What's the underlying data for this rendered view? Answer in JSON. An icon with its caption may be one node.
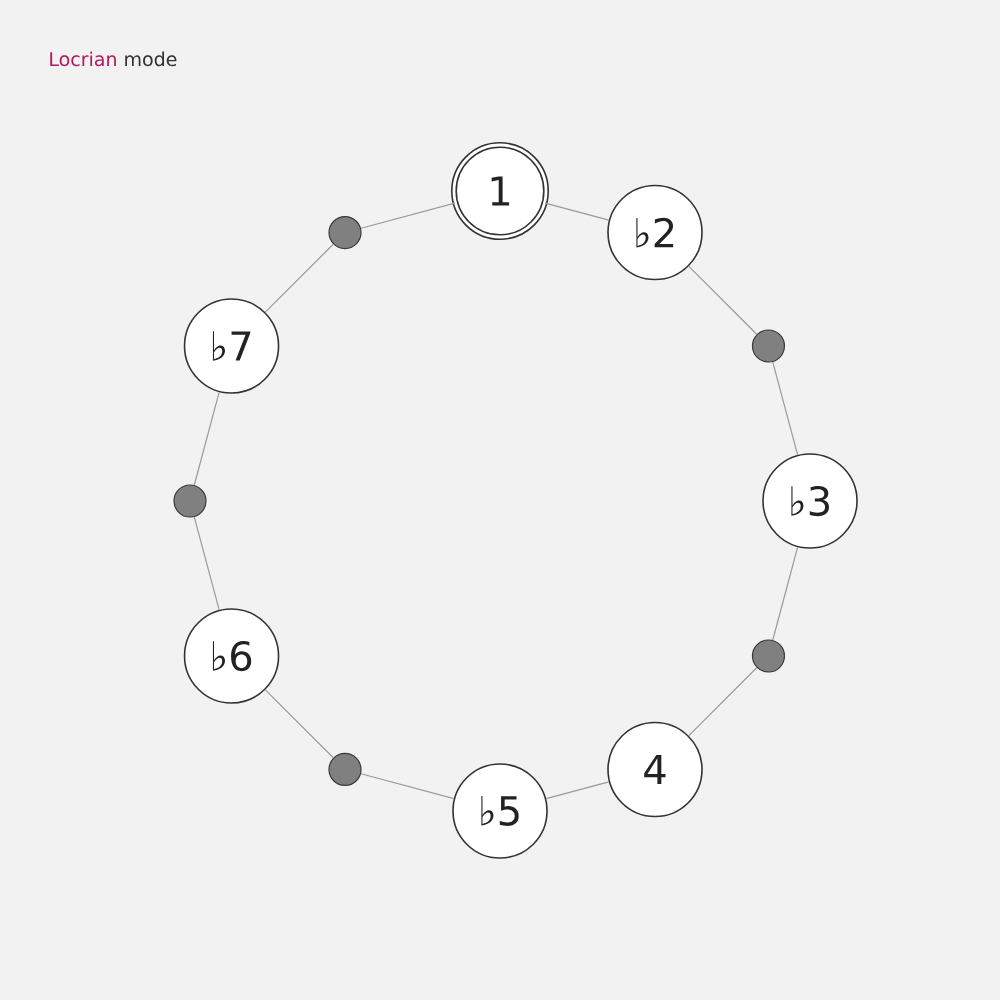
{
  "diagram": {
    "title": "Locrian mode",
    "nodes": [
      {
        "text": [
          "1"
        ]
      },
      {
        "text": [
          "♭2"
        ]
      },
      {
        "text": [],
        "shape": "circle"
      },
      {
        "text": [
          "♭3"
        ]
      },
      {
        "text": [],
        "shape": "circle"
      },
      {
        "text": [
          "4"
        ]
      },
      {
        "text": [
          "♭5"
        ]
      },
      {
        "text": [],
        "shape": "circle"
      },
      {
        "text": [
          "♭6"
        ]
      },
      {
        "text": [],
        "shape": "circle"
      },
      {
        "text": [
          "♭7"
        ]
      },
      {
        "text": [],
        "shape": "circle"
      }
    ],
    "edges": [
      {
        "from": 0,
        "to": 1,
        "arrow": "none"
      },
      {
        "from": 1,
        "to": 2,
        "arrow": "none"
      },
      {
        "from": 2,
        "to": 3,
        "arrow": "none"
      },
      {
        "from": 3,
        "to": 4,
        "arrow": "none"
      },
      {
        "from": 4,
        "to": 5,
        "arrow": "none"
      },
      {
        "from": 5,
        "to": 6,
        "arrow": "none"
      },
      {
        "from": 6,
        "to": 7,
        "arrow": "none"
      },
      {
        "from": 7,
        "to": 8,
        "arrow": "none"
      },
      {
        "from": 8,
        "to": 9,
        "arrow": "none"
      },
      {
        "from": 9,
        "to": 10,
        "arrow": "none"
      },
      {
        "from": 10,
        "to": 11,
        "arrow": "none"
      },
      {
        "from": 11,
        "to": 0,
        "arrow": "none"
      }
    ]
  }
}
